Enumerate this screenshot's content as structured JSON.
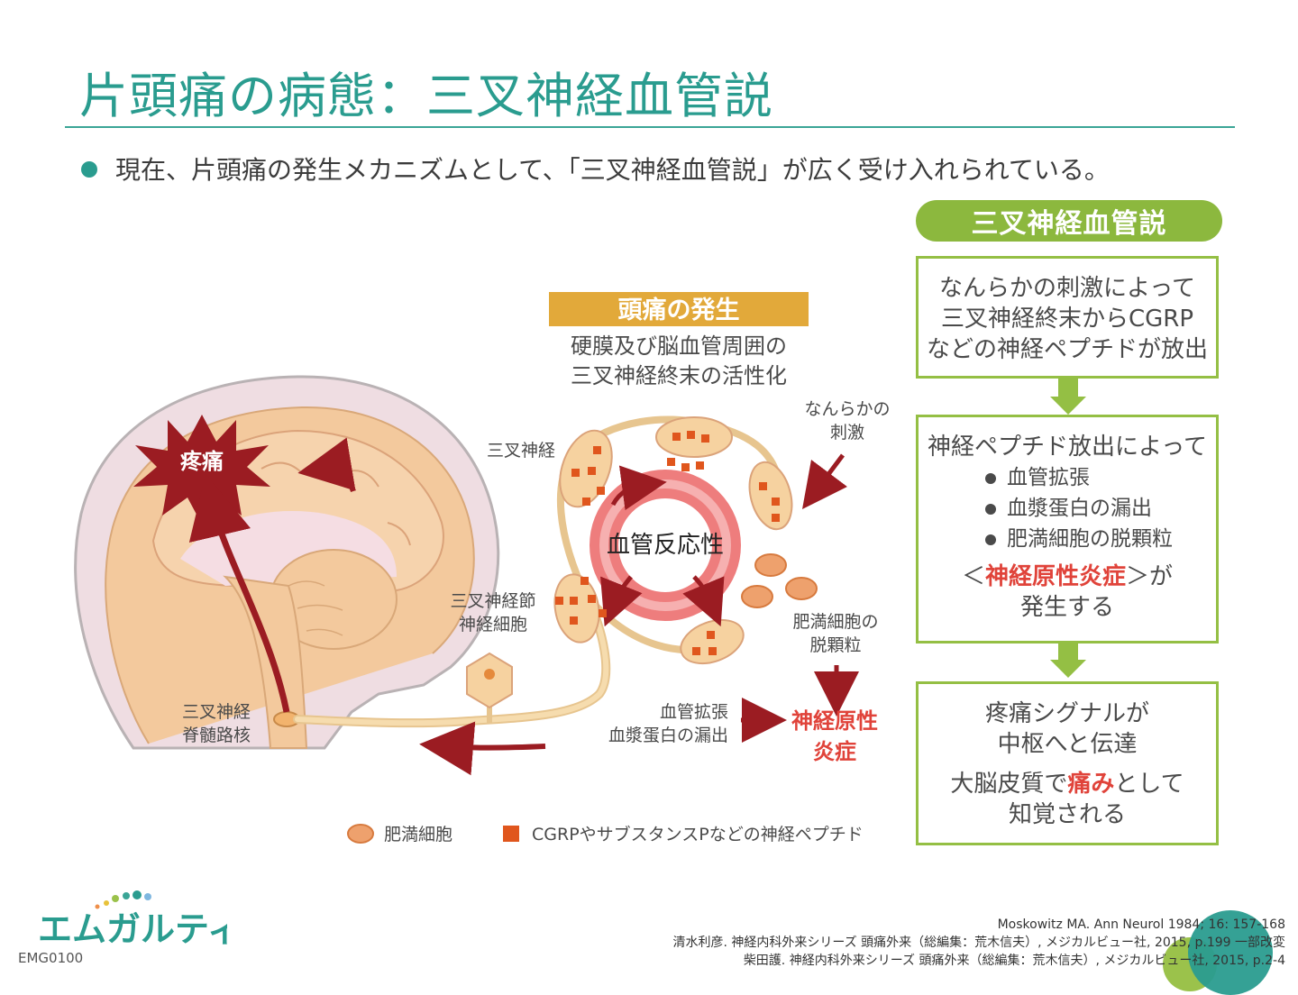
{
  "title": "片頭痛の病態：三叉神経血管説",
  "lead": "現在、片頭痛の発生メカニズムとして、「三叉神経血管説」が広く受け入れられている。",
  "diagram": {
    "pain_label": "疼痛",
    "headache_onset_title": "頭痛の発生",
    "headache_onset_desc1": "硬膜及び脳血管周囲の",
    "headache_onset_desc2": "三叉神経終末の活性化",
    "stimulus1": "なんらかの",
    "stimulus2": "刺激",
    "trigeminal_nerve": "三叉神経",
    "vascular_reactivity": "血管反応性",
    "ganglion1": "三叉神経節",
    "ganglion2": "神経細胞",
    "mast_degran1": "肥満細胞の",
    "mast_degran2": "脱顆粒",
    "nucleus1": "三叉神経",
    "nucleus2": "脊髄路核",
    "vasodilation": "血管拡張",
    "plasma_leak": "血漿蛋白の漏出",
    "neuro_inflam1": "神経原性",
    "neuro_inflam2": "炎症",
    "legend_mast": "肥満細胞",
    "legend_cgrp": "CGRPやサブスタンスPなどの神経ペプチド"
  },
  "panel": {
    "header": "三叉神経血管説",
    "box1": [
      "なんらかの刺激によって",
      "三叉神経終末からCGRP",
      "などの神経ペプチドが放出"
    ],
    "box2_title": "神経ペプチド放出によって",
    "box2_items": [
      "血管拡張",
      "血漿蛋白の漏出",
      "肥満細胞の脱顆粒"
    ],
    "box2_emph_pre": "＜",
    "box2_emph": "神経原性炎症",
    "box2_emph_post": "＞が",
    "box2_tail": "発生する",
    "box3_line1": "疼痛シグナルが",
    "box3_line2": "中枢へと伝達",
    "box3_line3_pre": "大脳皮質で",
    "box3_line3_emph": "痛み",
    "box3_line3_post": "として",
    "box3_line4": "知覚される"
  },
  "logo_text": "エムガルティ",
  "doc_code": "EMG0100",
  "refs": [
    "Moskowitz MA. Ann Neurol 1984; 16: 157-168",
    "清水利彦. 神経内科外来シリーズ 頭痛外来（総編集：荒木信夫）, メジカルビュー社, 2015, p.199 一部改変",
    "柴田護. 神経内科外来シリーズ 頭痛外来（総編集：荒木信夫）, メジカルビュー社, 2015, p.2-4"
  ],
  "colors": {
    "teal": "#2a9c8f",
    "green": "#8cb83e",
    "gold": "#e2a93a",
    "red": "#e0433a",
    "darkred": "#9b1c22",
    "cgrp": "#e0561d",
    "mast": "#eea16d"
  }
}
